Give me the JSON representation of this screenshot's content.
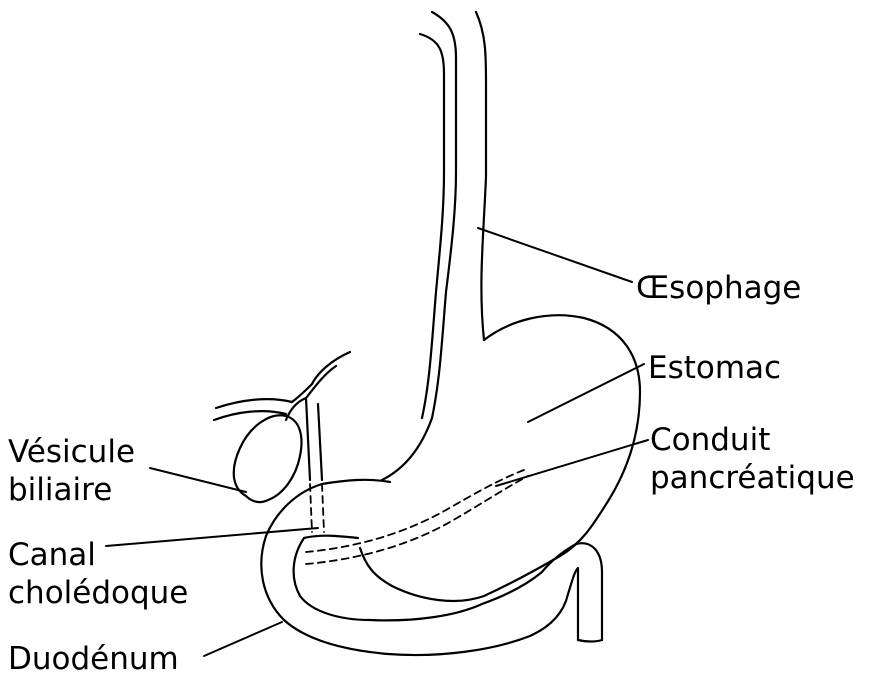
{
  "labels": {
    "oesophage": [
      "Œsophage"
    ],
    "estomac": [
      "Estomac"
    ],
    "conduit_pancreatique": [
      "Conduit",
      "pancréatique"
    ],
    "vesicule_biliaire": [
      "Vésicule",
      "biliaire"
    ],
    "canal_choledoque": [
      "Canal",
      "cholédoque"
    ],
    "duodenum": [
      "Duodénum"
    ]
  },
  "colors": {
    "line": "#000000",
    "background": "#ffffff"
  }
}
